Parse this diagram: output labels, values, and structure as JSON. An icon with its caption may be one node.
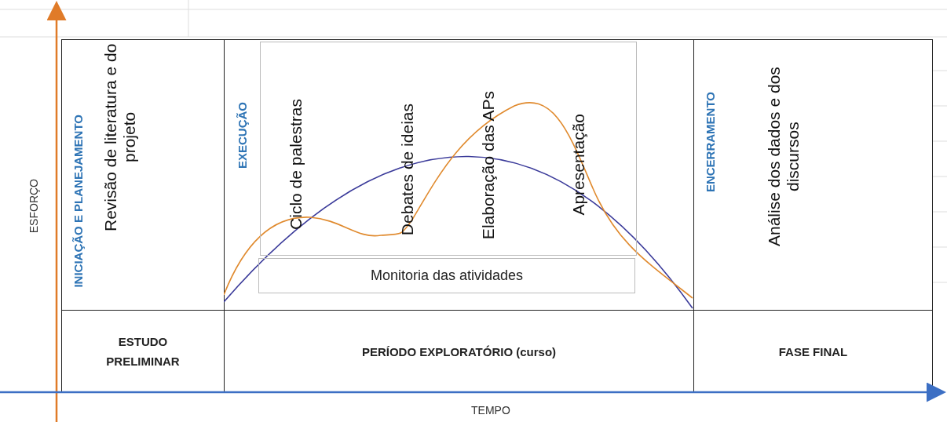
{
  "diagram": {
    "nodes": [
      {
        "text": [
          "INICIAÇÃO E PLANEJAMENTO",
          "Revisão de literatura e do projeto"
        ]
      },
      {
        "text": [
          "EXECUÇÃO"
        ]
      },
      {
        "text": [
          "Ciclo de palestras",
          "Debates de ideias",
          "Elaboração das APs",
          "Apresentação"
        ],
        "in": 1
      },
      {
        "text": [
          "Monitoria das atividades"
        ],
        "in": 1
      },
      {
        "text": [
          "ENCERRAMENTO",
          "Análise dos dados e dos discursos"
        ]
      },
      {
        "text": [
          "ESTUDO PRELIMINAR"
        ]
      },
      {
        "text": [
          "PERÍODO EXPLORATÓRIO (curso)"
        ]
      },
      {
        "text": [
          "FASE FINAL"
        ]
      }
    ],
    "edges": [],
    "labels": [
      "ESFORÇO",
      "TEMPO"
    ]
  }
}
